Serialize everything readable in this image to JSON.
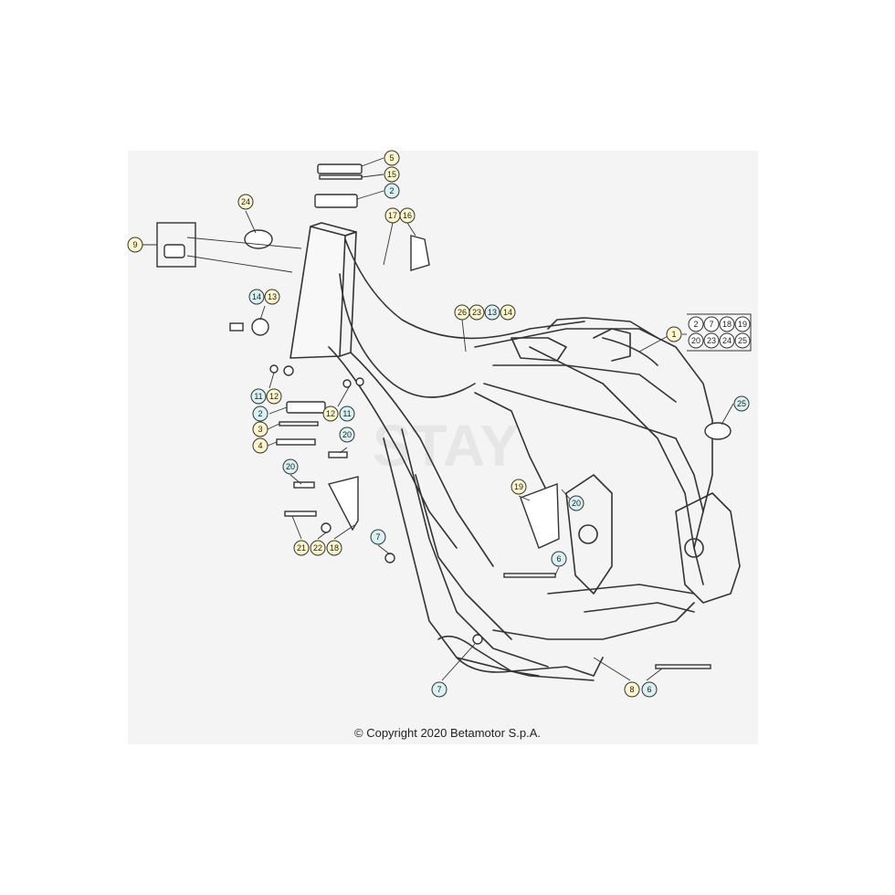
{
  "diagram": {
    "copyright": "© Copyright 2020 Betamotor S.p.A.",
    "watermark": "STAY",
    "colors": {
      "yellow": "#fdf6cd",
      "blue": "#d9f1f3",
      "stroke": "#333333",
      "panel": "#f4f4f4"
    },
    "callouts": [
      {
        "label": "5",
        "color": "yellow"
      },
      {
        "label": "15",
        "color": "yellow"
      },
      {
        "label": "2",
        "color": "blue"
      },
      {
        "label": "24",
        "color": "yellow"
      },
      {
        "label": "9",
        "color": "yellow"
      },
      {
        "label": "17",
        "color": "yellow"
      },
      {
        "label": "16",
        "color": "yellow"
      },
      {
        "label": "14",
        "color": "blue"
      },
      {
        "label": "13",
        "color": "yellow"
      },
      {
        "label": "26",
        "color": "yellow"
      },
      {
        "label": "23",
        "color": "yellow"
      },
      {
        "label": "13",
        "color": "blue"
      },
      {
        "label": "14",
        "color": "yellow"
      },
      {
        "label": "1",
        "color": "yellow"
      },
      {
        "label": "11",
        "color": "blue"
      },
      {
        "label": "12",
        "color": "yellow"
      },
      {
        "label": "2",
        "color": "blue"
      },
      {
        "label": "12",
        "color": "yellow"
      },
      {
        "label": "11",
        "color": "blue"
      },
      {
        "label": "3",
        "color": "yellow"
      },
      {
        "label": "4",
        "color": "yellow"
      },
      {
        "label": "20",
        "color": "blue"
      },
      {
        "label": "20",
        "color": "blue"
      },
      {
        "label": "25",
        "color": "blue"
      },
      {
        "label": "19",
        "color": "yellow"
      },
      {
        "label": "20",
        "color": "blue"
      },
      {
        "label": "21",
        "color": "yellow"
      },
      {
        "label": "22",
        "color": "yellow"
      },
      {
        "label": "18",
        "color": "yellow"
      },
      {
        "label": "7",
        "color": "blue"
      },
      {
        "label": "6",
        "color": "blue"
      },
      {
        "label": "7",
        "color": "blue"
      },
      {
        "label": "8",
        "color": "yellow"
      },
      {
        "label": "6",
        "color": "blue"
      }
    ],
    "kit_box": {
      "row1": [
        "2",
        "7",
        "18",
        "19"
      ],
      "row2": [
        "20",
        "23",
        "24",
        "25"
      ]
    }
  }
}
